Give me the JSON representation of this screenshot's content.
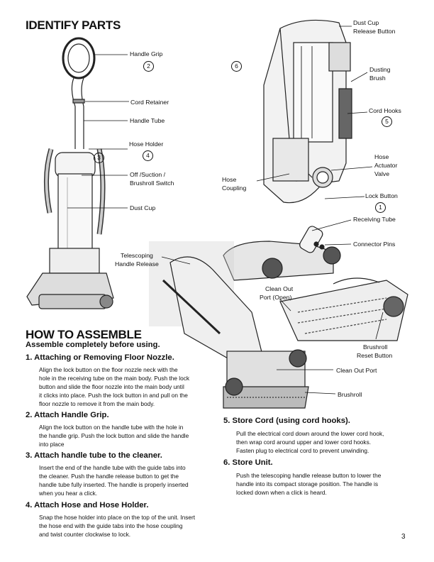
{
  "sections": {
    "identify": "IDENTIFY PARTS",
    "assemble": "HOW TO ASSEMBLE",
    "assemble_sub": "Assemble completely before using."
  },
  "parts": {
    "handle_grip": "Handle Grip",
    "num_2": "2",
    "num_6": "6",
    "cord_retainer": "Cord Retainer",
    "handle_tube": "Handle Tube",
    "hose_holder": "Hose Holder",
    "num_4": "4",
    "num_3": "3",
    "switch_1": "Off /Suction /",
    "switch_2": "Brushroll Switch",
    "dust_cup": "Dust Cup",
    "dust_release_1": "Dust Cup",
    "dust_release_2": "Release Button",
    "dusting_1": "Dusting",
    "dusting_2": "Brush",
    "cord_hooks": "Cord Hooks",
    "num_5": "5",
    "hose_act_1": "Hose",
    "hose_act_2": "Actuator",
    "hose_act_3": "Valve",
    "hose_coup_1": "Hose",
    "hose_coup_2": "Coupling",
    "lock_button": "Lock Button",
    "num_1": "1",
    "receiving_tube": "Receiving Tube",
    "connector_pins": "Connector Pins",
    "tele_1": "Telescoping",
    "tele_2": "Handle Release",
    "clean_port_1": "Clean Out",
    "clean_port_2": "Port (Open)",
    "brushroll_reset_1": "Brushroll",
    "brushroll_reset_2": "Reset Button",
    "clean_out_port": "Clean Out Port",
    "brushroll": "Brushroll"
  },
  "steps": [
    {
      "title": "1. Attaching or Removing Floor Nozzle.",
      "lines": [
        "Align the lock button on the floor nozzle neck with the",
        "hole in the receiving tube on the main body. Push the lock",
        "button and slide the floor nozzle into the main body until",
        "it clicks into place. Push the lock button in and pull on the",
        "floor nozzle to remove it from the main body."
      ]
    },
    {
      "title": "2. Attach Handle Grip.",
      "lines": [
        "Align the lock button on the handle tube with the hole in",
        "the handle grip. Push the lock button and slide the handle",
        "into place"
      ]
    },
    {
      "title": "3. Attach handle tube to the cleaner.",
      "lines": [
        "Insert the end of the handle tube with the guide tabs into",
        "the cleaner. Push the handle release button to get the",
        "handle tube fully inserted. The handle is properly inserted",
        "when you hear a click."
      ]
    },
    {
      "title": "4. Attach Hose and Hose Holder.",
      "lines": [
        "Snap the hose holder into place on the top of the unit. Insert",
        "the hose end with the guide tabs into the hose coupling",
        "and twist counter clockwise to lock."
      ]
    },
    {
      "title": "5. Store Cord (using cord hooks).",
      "lines": [
        "Pull the electrical cord down around the lower cord hook,",
        "then wrap cord around upper and lower cord hooks.",
        "Fasten plug to electrical cord to prevent unwinding."
      ]
    },
    {
      "title": "6. Store Unit.",
      "lines": [
        "Push the telescoping handle release button to lower the",
        "handle into its compact storage position. The handle is",
        "locked down when a click is heard."
      ]
    }
  ],
  "page_number": "3"
}
